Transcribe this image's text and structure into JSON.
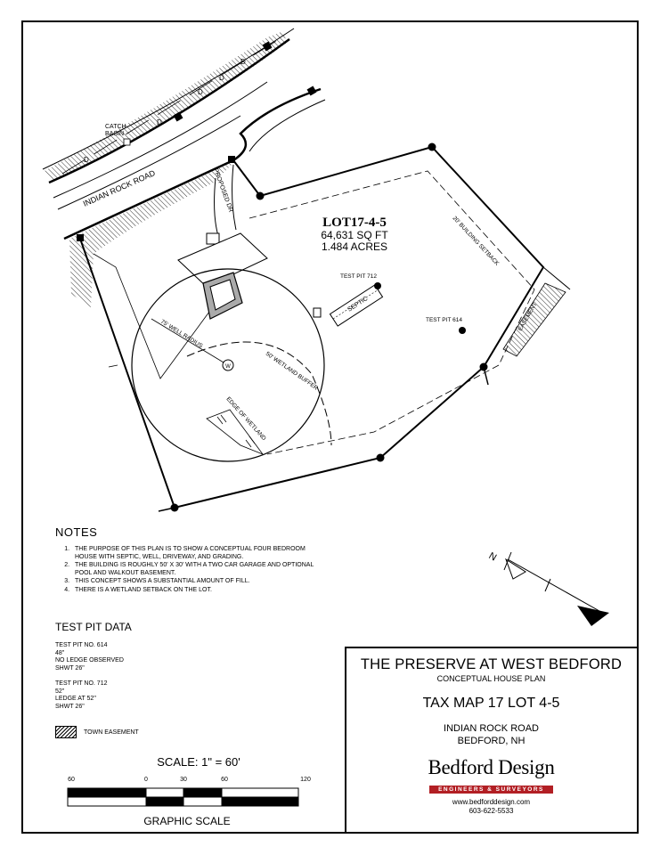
{
  "plan": {
    "road_label": "INDIAN ROCK ROAD",
    "catch_basin_label": "CATCH\nBASIN",
    "drain_mark": "D",
    "driveway_label": "PROPOSED DR",
    "lot_title": "LOT17-4-5",
    "lot_area_sqft": "64,631 SQ FT",
    "lot_area_acres": "1.484 ACRES",
    "setback_label": "20' BUILDING SETBACK",
    "easement_label": "EASEMENT",
    "test_pit_712_label": "TEST PIT 712",
    "test_pit_614_label": "TEST PIT 614",
    "septic_label": "SEPTIC",
    "well_radius_label": "75' WELL RADIUS",
    "well_marker": "W",
    "wetland_buffer_label": "50' WETLAND BUFFER",
    "edge_of_wetland_label": "EDGE OF WETLAND",
    "north_label": "N"
  },
  "notes": {
    "heading": "NOTES",
    "items": [
      "The purpose of this plan is to show a conceptual four bedroom house with septic, well, driveway, and grading.",
      "The building is roughly 50' x 30' with a two car garage and optional pool and walkout basement.",
      "This concept shows a substantial amount of fill.",
      "There is a wetland setback on the lot."
    ]
  },
  "test_pit_data": {
    "heading": "TEST PIT DATA",
    "pits": [
      {
        "id": "TEST PIT NO. 614",
        "lines": [
          "48\"",
          "NO LEDGE OBSERVED",
          "SHWT 26\""
        ]
      },
      {
        "id": "TEST PIT NO. 712",
        "lines": [
          "52\"",
          "LEDGE AT 52\"",
          "SHWT 26\""
        ]
      }
    ]
  },
  "legend": {
    "town_easement": "TOWN EASEMENT"
  },
  "scale": {
    "text": "SCALE:  1\"  =  60'",
    "graphic_label": "GRAPHIC  SCALE",
    "ticks": [
      "60",
      "0",
      "30",
      "60",
      "120"
    ]
  },
  "title_block": {
    "project": "THE PRESERVE AT WEST BEDFORD",
    "subtitle": "CONCEPTUAL HOUSE PLAN",
    "tax_map": "TAX MAP 17 LOT 4-5",
    "road": "INDIAN ROCK ROAD",
    "town": "BEDFORD, NH",
    "firm": "Bedford Design",
    "firm_sub": "ENGINEERS & SURVEYORS",
    "website": "www.bedforddesign.com",
    "phone": "603-622-5533"
  },
  "colors": {
    "ink": "#000000",
    "paper": "#ffffff",
    "brand_red": "#b21f24"
  }
}
